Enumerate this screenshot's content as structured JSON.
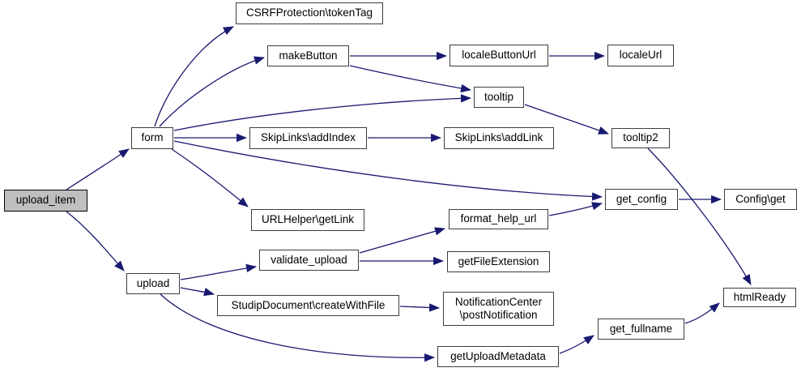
{
  "diagram": {
    "type": "call-graph",
    "background": "#ffffff",
    "edge_color": "#191970",
    "node_fill": "#ffffff",
    "node_border_color": "#3d3d3d",
    "highlight_node_fill": "#bfbfbf",
    "text_color": "#000000"
  },
  "nodes": {
    "upload_item": {
      "label": "upload_item",
      "highlighted": true
    },
    "form": {
      "label": "form"
    },
    "upload": {
      "label": "upload"
    },
    "csrf_tokentag": {
      "label": "CSRFProtection\\tokenTag"
    },
    "make_button": {
      "label": "makeButton"
    },
    "locale_button_url": {
      "label": "localeButtonUrl"
    },
    "locale_url": {
      "label": "localeUrl"
    },
    "tooltip": {
      "label": "tooltip"
    },
    "tooltip2": {
      "label": "tooltip2"
    },
    "skiplinks_add_index": {
      "label": "SkipLinks\\addIndex"
    },
    "skiplinks_add_link": {
      "label": "SkipLinks\\addLink"
    },
    "url_helper_get_link": {
      "label": "URLHelper\\getLink"
    },
    "format_help_url": {
      "label": "format_help_url"
    },
    "get_config": {
      "label": "get_config"
    },
    "config_get": {
      "label": "Config\\get"
    },
    "validate_upload": {
      "label": "validate_upload"
    },
    "get_file_extension": {
      "label": "getFileExtension"
    },
    "studip_document_create_with_file": {
      "label": "StudipDocument\\createWithFile"
    },
    "notification_center_post_notification": {
      "label": "NotificationCenter\n\\postNotification"
    },
    "get_upload_metadata": {
      "label": "getUploadMetadata"
    },
    "get_fullname": {
      "label": "get_fullname"
    },
    "html_ready": {
      "label": "htmlReady"
    }
  },
  "edges": [
    {
      "from": "upload_item",
      "to": "form"
    },
    {
      "from": "upload_item",
      "to": "upload"
    },
    {
      "from": "form",
      "to": "csrf_tokentag"
    },
    {
      "from": "form",
      "to": "make_button"
    },
    {
      "from": "form",
      "to": "tooltip"
    },
    {
      "from": "form",
      "to": "skiplinks_add_index"
    },
    {
      "from": "form",
      "to": "url_helper_get_link"
    },
    {
      "from": "form",
      "to": "get_config"
    },
    {
      "from": "make_button",
      "to": "locale_button_url"
    },
    {
      "from": "make_button",
      "to": "tooltip"
    },
    {
      "from": "locale_button_url",
      "to": "locale_url"
    },
    {
      "from": "tooltip",
      "to": "tooltip2"
    },
    {
      "from": "tooltip2",
      "to": "html_ready"
    },
    {
      "from": "skiplinks_add_index",
      "to": "skiplinks_add_link"
    },
    {
      "from": "get_config",
      "to": "config_get"
    },
    {
      "from": "format_help_url",
      "to": "get_config"
    },
    {
      "from": "upload",
      "to": "validate_upload"
    },
    {
      "from": "upload",
      "to": "studip_document_create_with_file"
    },
    {
      "from": "upload",
      "to": "get_upload_metadata"
    },
    {
      "from": "validate_upload",
      "to": "format_help_url"
    },
    {
      "from": "validate_upload",
      "to": "get_file_extension"
    },
    {
      "from": "studip_document_create_with_file",
      "to": "notification_center_post_notification"
    },
    {
      "from": "get_upload_metadata",
      "to": "get_fullname"
    },
    {
      "from": "get_fullname",
      "to": "html_ready"
    }
  ]
}
